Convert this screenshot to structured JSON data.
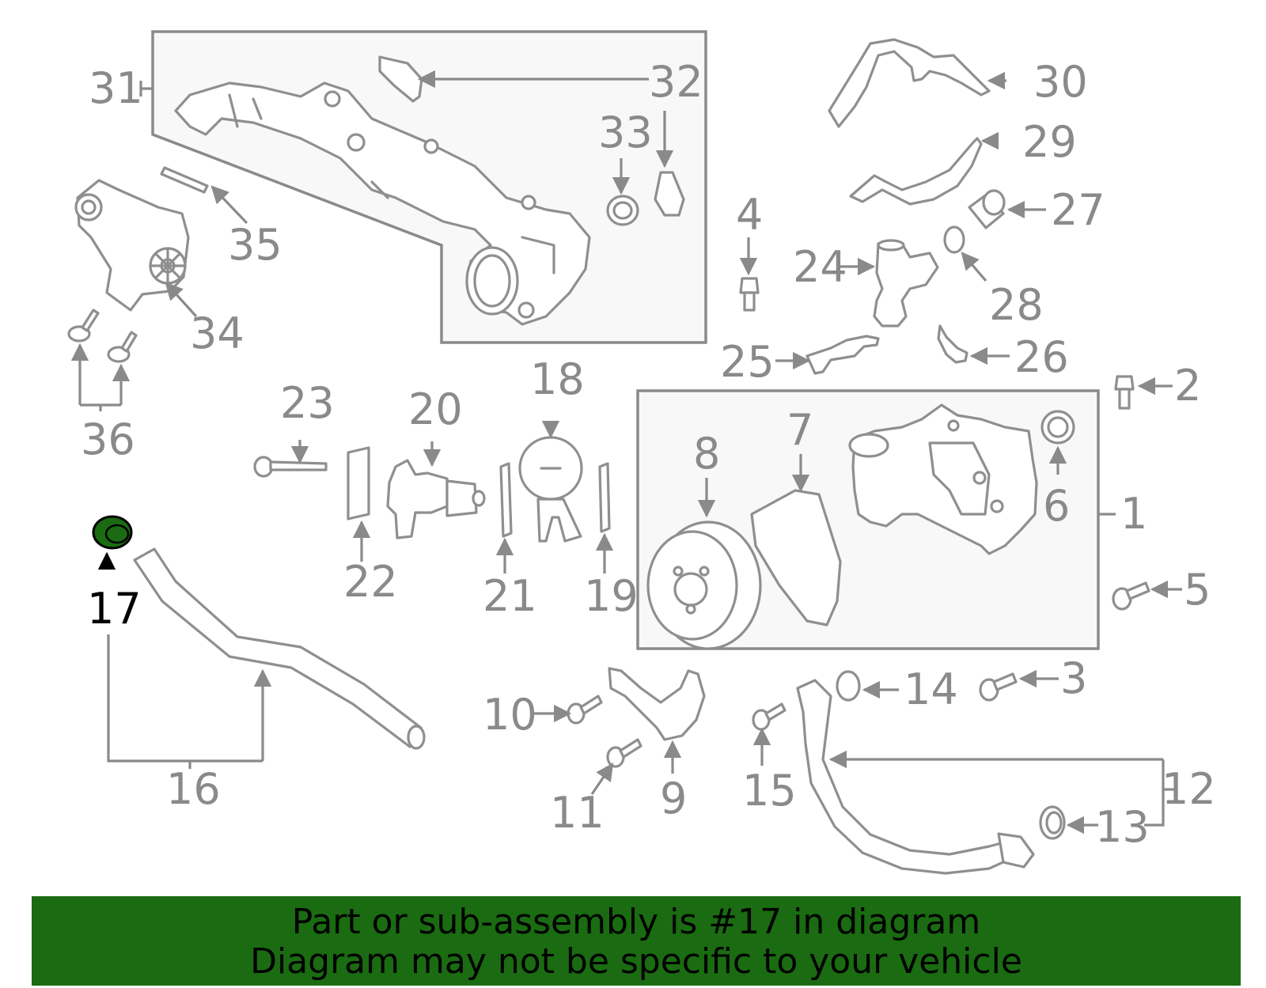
{
  "diagram": {
    "highlight_color": "#1a6b11",
    "highlighted_part": "17",
    "callouts": [
      "1",
      "2",
      "3",
      "4",
      "5",
      "6",
      "7",
      "8",
      "9",
      "10",
      "11",
      "12",
      "13",
      "14",
      "15",
      "16",
      "17",
      "18",
      "19",
      "20",
      "21",
      "22",
      "23",
      "24",
      "25",
      "26",
      "27",
      "28",
      "29",
      "30",
      "31",
      "32",
      "33",
      "34",
      "35",
      "36"
    ]
  },
  "banner": {
    "line1": "Part or sub-assembly is #17 in diagram",
    "line2": "Diagram may not be specific to your vehicle",
    "color": "#1a6b11"
  }
}
